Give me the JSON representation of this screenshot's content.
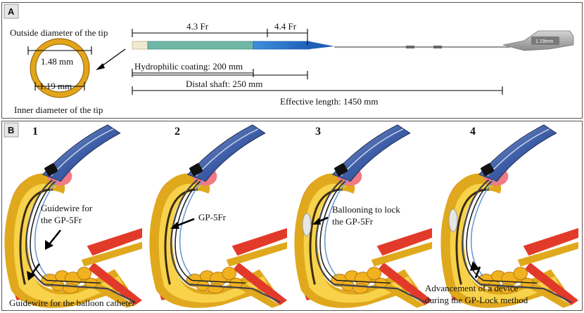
{
  "panel_a": {
    "label": "A",
    "tip_outside_title": "Outside diameter of the tip",
    "tip_inner_title": "Inner diameter of the tip",
    "outer_diameter": "1.48 mm",
    "inner_diameter": "1.19 mm",
    "size_43": "4.3 Fr",
    "size_44": "4.4 Fr",
    "hub_label": "1.19mm",
    "hydrophilic": "Hydrophilic coating: 200 mm",
    "distal_shaft": "Distal shaft: 250 mm",
    "effective_length": "Effective length: 1450 mm"
  },
  "panel_b": {
    "label": "B",
    "steps": [
      {
        "number": "1",
        "annotation_lines": [
          "Guidewire for",
          "the GP-5Fr"
        ],
        "bottom_text": "Guidewire for the balloon catheter"
      },
      {
        "number": "2",
        "annotation_lines": [
          "GP-5Fr"
        ],
        "bottom_text": ""
      },
      {
        "number": "3",
        "annotation_lines": [
          "Ballooning to lock",
          "the GP-5Fr"
        ],
        "bottom_text": ""
      },
      {
        "number": "4",
        "annotation_lines": [],
        "bottom_lines": [
          "Advancement of a device",
          "during the GP-Lock method"
        ]
      }
    ]
  },
  "colors": {
    "duct_outer": "#e0a81c",
    "duct_inner": "#f7d24a",
    "vessel": "#e23a2a",
    "endoscope": "#3f5fa8",
    "catheter_green": "#6fb7a6",
    "catheter_blue": "#2f7fd0",
    "papilla": "#f07a86",
    "stones": "#f2b21f"
  }
}
